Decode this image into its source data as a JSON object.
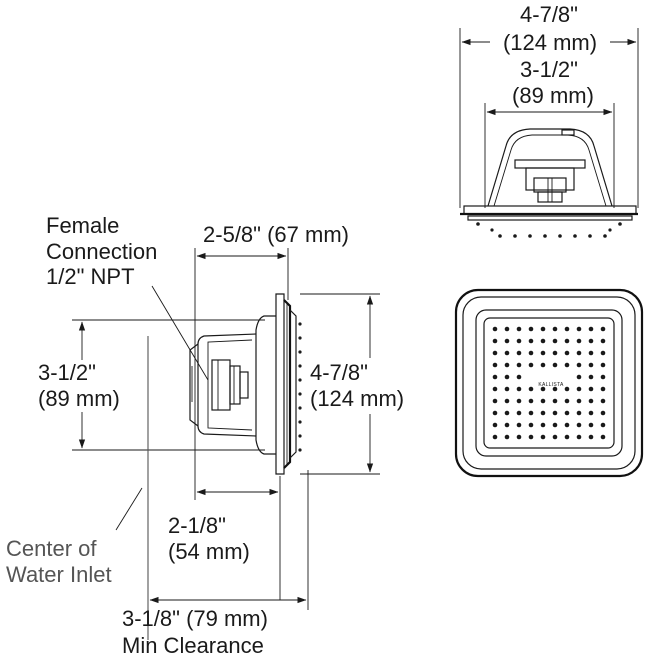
{
  "top_view": {
    "outer_width": {
      "inch": "4-7/8\"",
      "mm": "(124 mm)"
    },
    "inner_width": {
      "inch": "3-1/2\"",
      "mm": "(89 mm)"
    }
  },
  "side_view": {
    "connection_note": [
      "Female",
      "Connection",
      "1/2\" NPT"
    ],
    "depth": "2-5/8\" (67 mm)",
    "height_left": {
      "inch": "3-1/2\"",
      "mm": "(89 mm)"
    },
    "height_right": {
      "inch": "4-7/8\"",
      "mm": "(124 mm)"
    },
    "offset": {
      "inch": "2-1/8\"",
      "mm": "(54 mm)"
    },
    "inlet_note": [
      "Center of",
      "Water Inlet"
    ],
    "clearance": [
      "3-1/8\" (79 mm)",
      "Min Clearance"
    ]
  },
  "front_view": {
    "brand_text": "KALLISTA",
    "nozzle_grid": {
      "rows": 10,
      "cols": 10
    }
  }
}
